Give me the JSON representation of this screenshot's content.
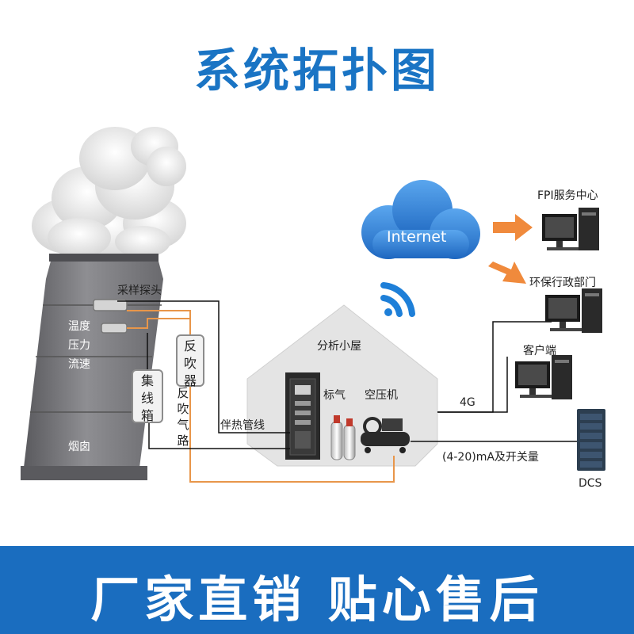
{
  "title": "系统拓扑图",
  "banner": "厂家直销 贴心售后",
  "chimney": {
    "measure_lines": [
      "温度",
      "压力",
      "流速"
    ],
    "label": "烟囱"
  },
  "labels": {
    "sampling_probe": "采样探头",
    "junction_box": "集线箱",
    "back_blower": "反吹器",
    "back_blow_gas_path": "反吹气路",
    "heat_trace_line": "伴热管线",
    "analysis_house": "分析小屋",
    "calibration_gas": "标气",
    "air_compressor": "空压机",
    "internet": "Internet",
    "link_4g": "4G",
    "link_dcs": "(4-20)mA及开关量",
    "fpi_center": "FPI服务中心",
    "env_dept": "环保行政部门",
    "client": "客户端",
    "dcs": "DCS"
  },
  "colors": {
    "title": "#1a74c4",
    "banner": "#1a6dbf",
    "gas_line": "#e8964a",
    "signal_line": "#111111",
    "arrow": "#f08a3c",
    "cloud": "#2f7fd1",
    "wifi": "#1e7fd8"
  }
}
